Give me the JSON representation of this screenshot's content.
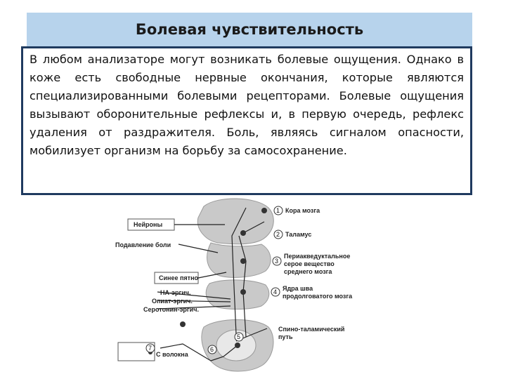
{
  "slide": {
    "title": "Болевая чувствительность",
    "body": "В любом анализаторе могут возникать болевые ощущения. Однако в коже есть свободные нервные окончания, которые являются специализированными болевыми рецепторами. Болевые ощущения вызывают оборонительные рефлексы и, в первую очередь, рефлекс удаления от раздражителя. Боль, являясь сигналом опасности, мобилизует организм на борьбу за самосохранение."
  },
  "diagram": {
    "left_labels": [
      "Нейроны",
      "Подавление боли",
      "Синее пятно",
      "НА-эргич.",
      "Опиат-эргич.",
      "Серотонин-эргич.",
      "С волокна"
    ],
    "right_labels": [
      "Кора мозга",
      "Таламус",
      "Периакведуктальное",
      "серое вещество",
      "среднего мозга",
      "Ядра шва",
      "продолговатого мозга",
      "Спино-таламический",
      "путь"
    ],
    "numbers": [
      "1",
      "2",
      "3",
      "4",
      "5",
      "6",
      "7"
    ],
    "colors": {
      "tissue": "#c9c9c9",
      "tissue_dark": "#9a9a9a",
      "line": "#222222"
    }
  }
}
